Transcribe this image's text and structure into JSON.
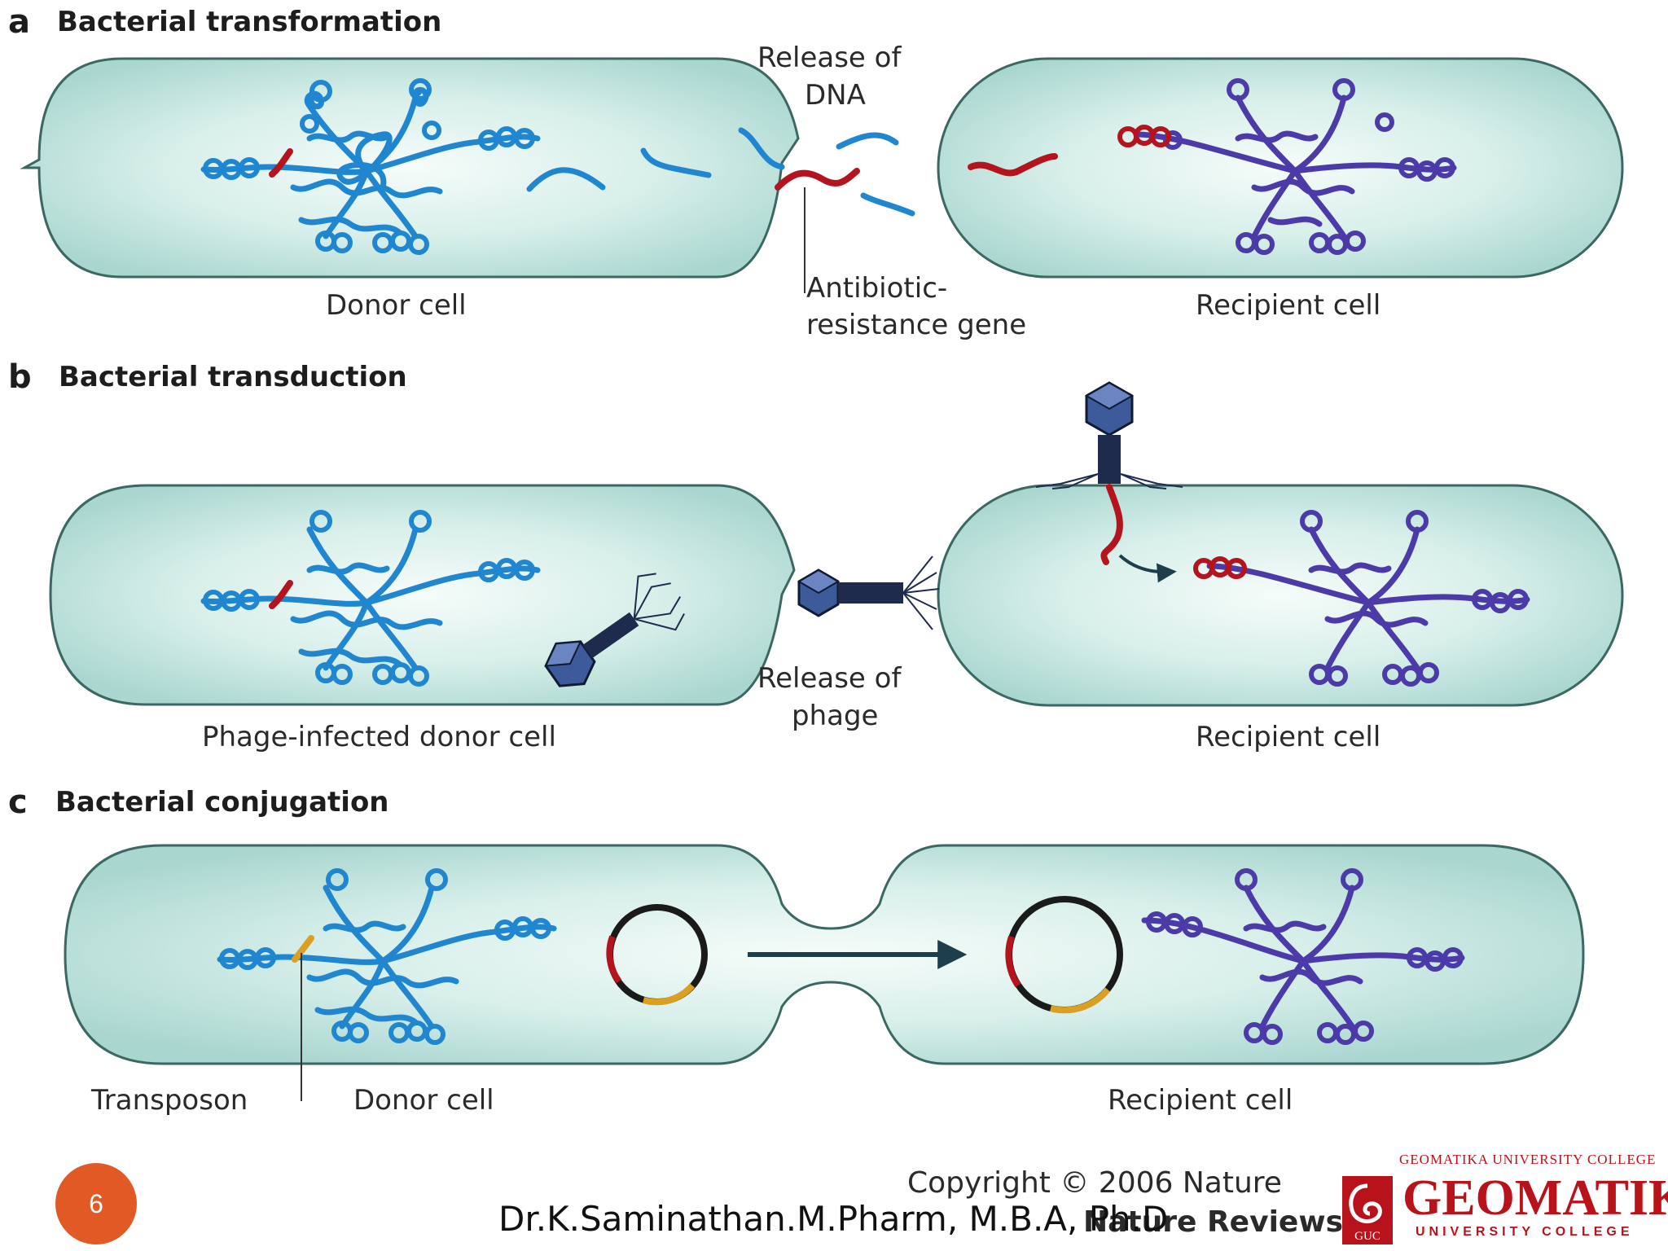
{
  "panels": [
    {
      "letter": "a",
      "title": "Bacterial transformation"
    },
    {
      "letter": "b",
      "title": "Bacterial transduction"
    },
    {
      "letter": "c",
      "title": "Bacterial conjugation"
    }
  ],
  "labels": {
    "a_release_line1": "Release of",
    "a_release_line2": "DNA",
    "a_donor": "Donor cell",
    "a_gene_line1": "Antibiotic-",
    "a_gene_line2": "resistance gene",
    "a_recipient": "Recipient cell",
    "b_donor": "Phage-infected donor cell",
    "b_release_line1": "Release of",
    "b_release_line2": "phage",
    "b_recipient": "Recipient cell",
    "c_transposon": "Transposon",
    "c_donor": "Donor cell",
    "c_recipient": "Recipient cell"
  },
  "copyright": {
    "line1": "Copyright © 2006 Nature",
    "line2": "Nature Reviews"
  },
  "footer": {
    "author": "Dr.K.Saminathan.M.Pharm, M.B.A, Ph.D",
    "slide_number": "6"
  },
  "logo": {
    "top_text": "GEOMATIKA UNIVERSITY COLLEGE",
    "main_text": "GEOMATIKA",
    "sub_text": "UNIVERSITY COLLEGE",
    "mark_text": "GUC"
  },
  "colors": {
    "cell_fill": "#bfe2dc",
    "cell_center": "#f3fbf8",
    "cell_stroke": "#3c6763",
    "donor_dna": "#1f86cf",
    "recipient_dna": "#4b3aa8",
    "resistance_gene": "#b3141e",
    "transposon": "#d9a021",
    "phage": "#1e2b4d",
    "brand_red": "#b8131b",
    "slide_badge": "#e15a25"
  }
}
